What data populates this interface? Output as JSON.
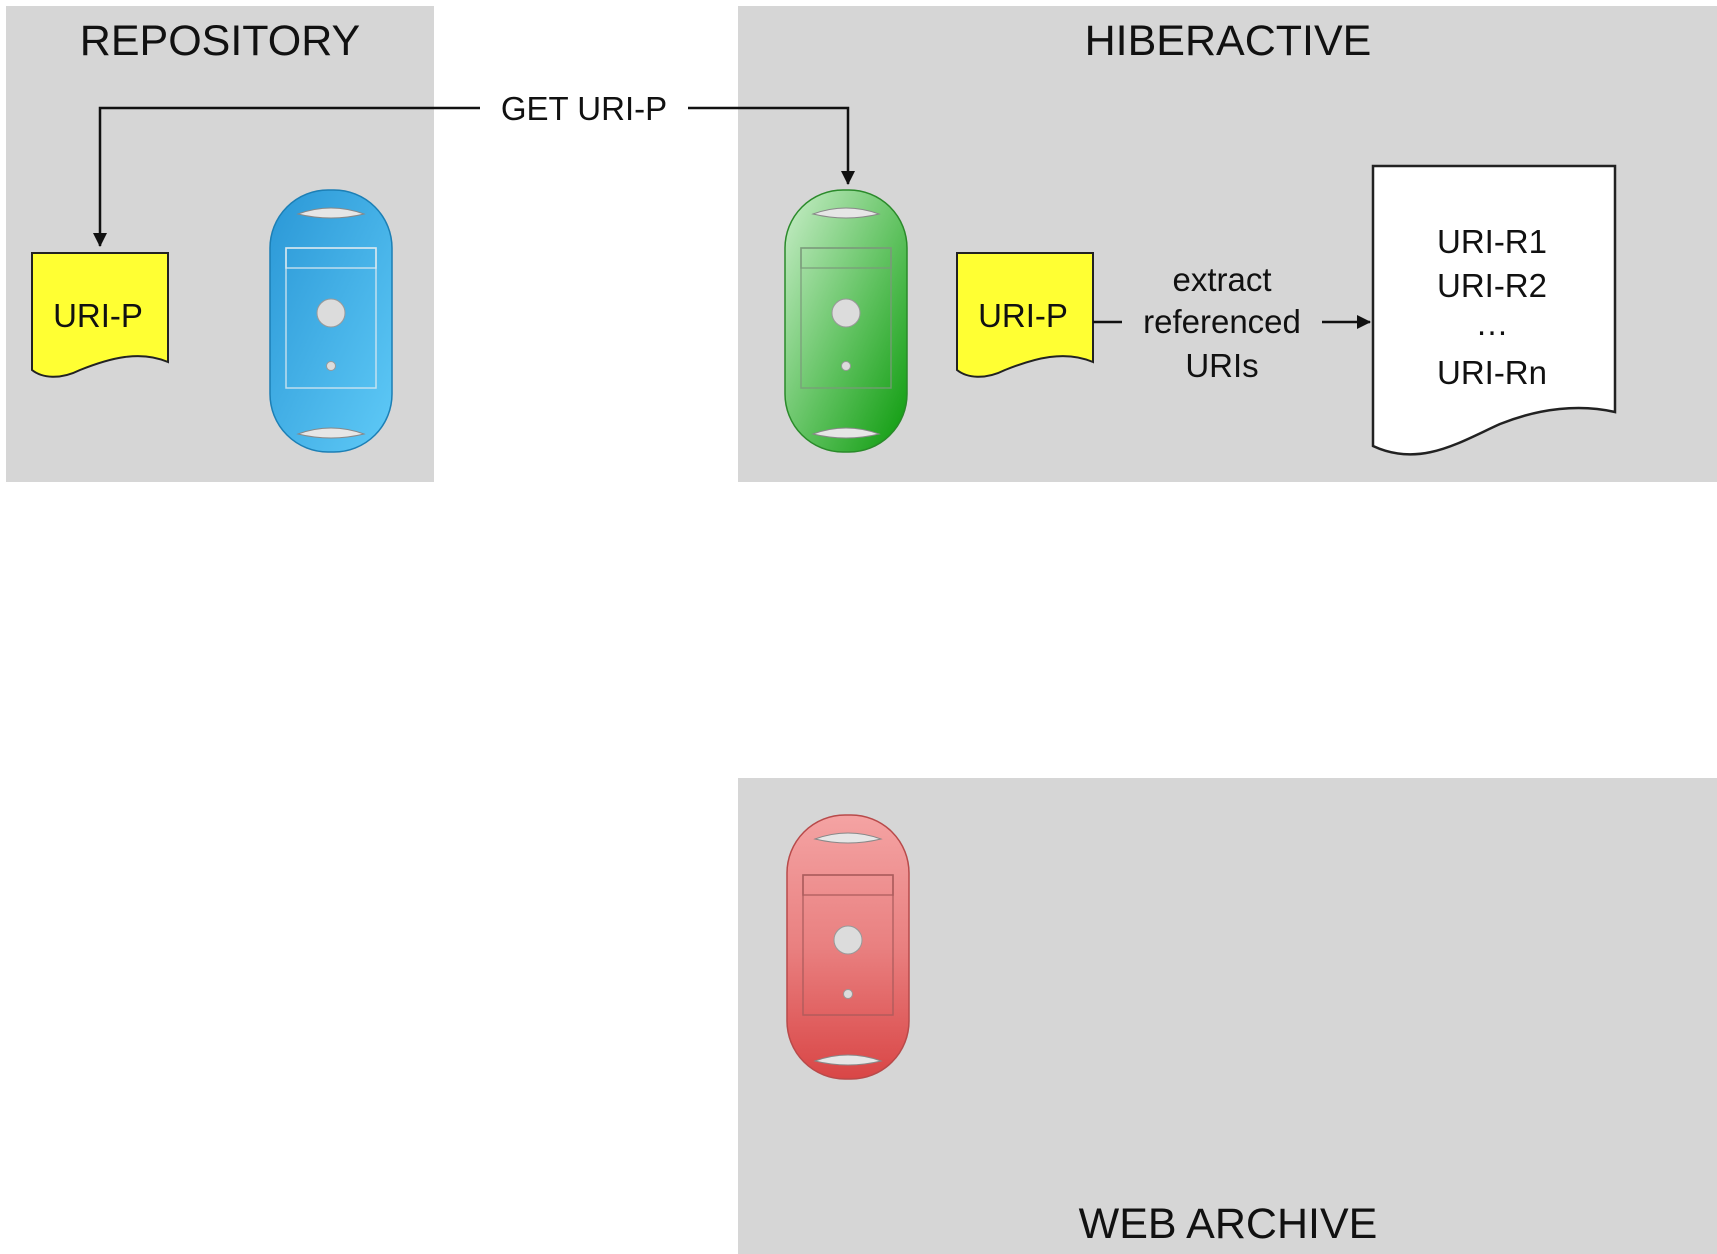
{
  "zones": {
    "repository": {
      "title": "REPOSITORY"
    },
    "hiberactive": {
      "title": "HIBERACTIVE"
    },
    "web_archive": {
      "title": "WEB ARCHIVE"
    }
  },
  "edges": {
    "get_request": {
      "label": "GET URI-P"
    },
    "extract": {
      "lines": [
        "extract",
        "referenced",
        "URIs"
      ]
    }
  },
  "documents": {
    "repository_doc": {
      "label": "URI-P"
    },
    "hiberactive_doc": {
      "label": "URI-P"
    },
    "uri_list": {
      "items": [
        "URI-R1",
        "URI-R2",
        "…",
        "URI-Rn"
      ]
    }
  },
  "servers": {
    "repository": {
      "color": "#3aaee0"
    },
    "hiberactive": {
      "color": "#3bb040"
    },
    "web_archive": {
      "color": "#e05a5a"
    }
  },
  "colors": {
    "zone_fill": "#d6d6d6",
    "document_yellow": "#ffff33",
    "document_white": "#ffffff"
  }
}
